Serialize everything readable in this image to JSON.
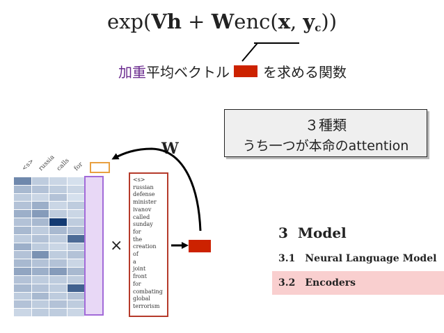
{
  "formula": {
    "exp": "exp(",
    "V": "V",
    "h": "h",
    "plus": " + ",
    "W": "W",
    "enc": "enc(",
    "x": "x",
    "comma": ", ",
    "y": "y",
    "c": "c",
    "close": "))"
  },
  "description": {
    "part1": "加重",
    "part2": "平均ベクトル",
    "part3": "を求める関数"
  },
  "callout": {
    "line1": "３種類",
    "line2": "うち一つが本命のattention"
  },
  "w_label": "W",
  "times": "×",
  "column_labels": [
    "<s>",
    "russia",
    "calls",
    "for"
  ],
  "words": [
    "<s>",
    "russian",
    "defense",
    "minister",
    "ivanov",
    "called",
    "sunday",
    "for",
    "the",
    "creation",
    "of",
    "a",
    "joint",
    "front",
    "for",
    "combating",
    "global",
    "terrorism"
  ],
  "heatmap_values": [
    [
      0.55,
      0.2,
      0.15,
      0.1
    ],
    [
      0.3,
      0.25,
      0.2,
      0.15
    ],
    [
      0.2,
      0.15,
      0.25,
      0.1
    ],
    [
      0.25,
      0.35,
      0.15,
      0.2
    ],
    [
      0.35,
      0.45,
      0.2,
      0.15
    ],
    [
      0.25,
      0.3,
      0.95,
      0.2
    ],
    [
      0.3,
      0.2,
      0.3,
      0.25
    ],
    [
      0.2,
      0.25,
      0.2,
      0.7
    ],
    [
      0.35,
      0.2,
      0.15,
      0.2
    ],
    [
      0.25,
      0.5,
      0.2,
      0.25
    ],
    [
      0.3,
      0.25,
      0.25,
      0.15
    ],
    [
      0.4,
      0.35,
      0.45,
      0.3
    ],
    [
      0.25,
      0.2,
      0.2,
      0.2
    ],
    [
      0.3,
      0.25,
      0.2,
      0.75
    ],
    [
      0.2,
      0.3,
      0.2,
      0.25
    ],
    [
      0.25,
      0.2,
      0.25,
      0.2
    ],
    [
      0.15,
      0.2,
      0.2,
      0.15
    ]
  ],
  "section": {
    "h1_num": "3",
    "h1_text": "Model",
    "h2_num": "3.1",
    "h2_text": "Neural Language Model",
    "h3_num": "3.2",
    "h3_text": "Encoders"
  },
  "colors": {
    "red_block": "#cc2200",
    "purple": "#a26ad8",
    "orange": "#e8a040",
    "highlight": "#f9cfcf"
  }
}
